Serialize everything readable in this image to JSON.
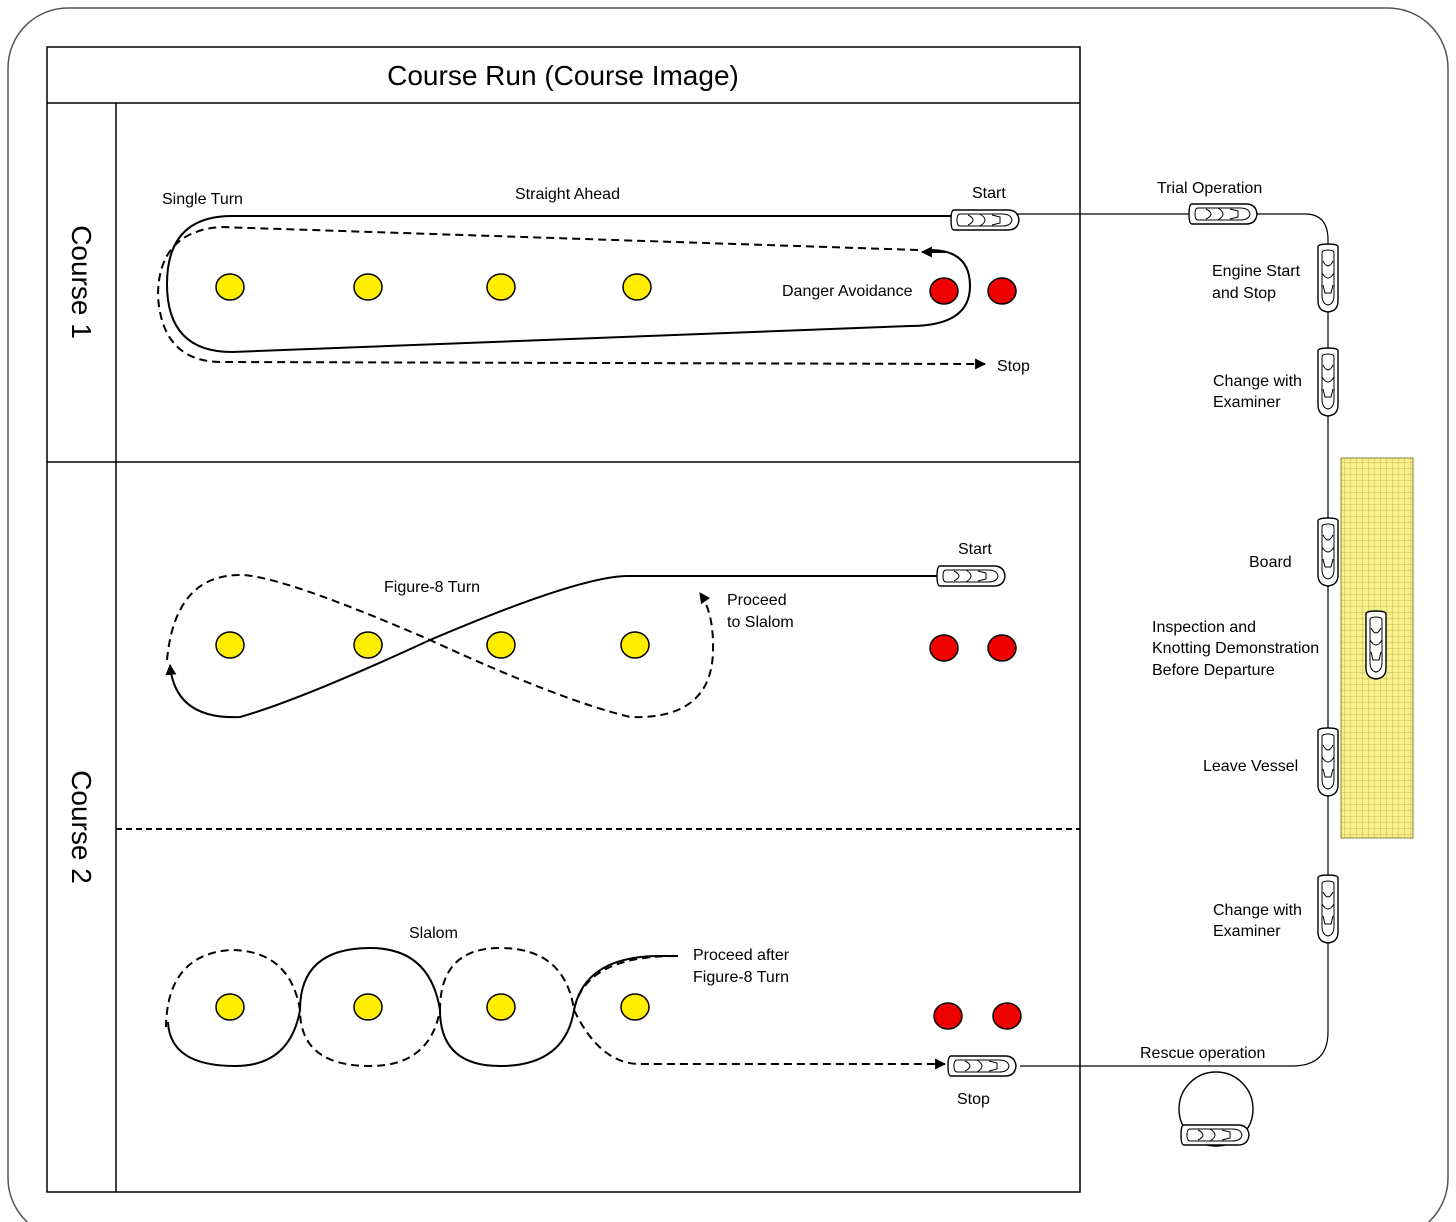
{
  "title": "Course Run (Course Image)",
  "courses": {
    "course1": "Course 1",
    "course2": "Course 2"
  },
  "course1": {
    "single_turn": "Single Turn",
    "straight_ahead": "Straight Ahead",
    "start": "Start",
    "danger_avoidance": "Danger Avoidance",
    "stop": "Stop"
  },
  "figure8": {
    "label": "Figure-8 Turn",
    "start": "Start",
    "proceed_line1": "Proceed",
    "proceed_line2": "to Slalom"
  },
  "slalom": {
    "label": "Slalom",
    "proceed_line1": "Proceed after",
    "proceed_line2": "Figure-8 Turn",
    "stop": "Stop"
  },
  "path": {
    "trial_operation": "Trial Operation",
    "engine_line1": "Engine Start",
    "engine_line2": "and Stop",
    "change1_line1": "Change with",
    "change1_line2": "Examiner",
    "board": "Board",
    "inspection_line1": "Inspection and",
    "inspection_line2": "Knotting Demonstration",
    "inspection_line3": "Before Departure",
    "leave_vessel": "Leave Vessel",
    "change2_line1": "Change with",
    "change2_line2": "Examiner",
    "rescue": "Rescue operation"
  },
  "colors": {
    "buoy_yellow": "#ffee00",
    "buoy_red": "#ee0000",
    "pier": "#f5f08a"
  }
}
